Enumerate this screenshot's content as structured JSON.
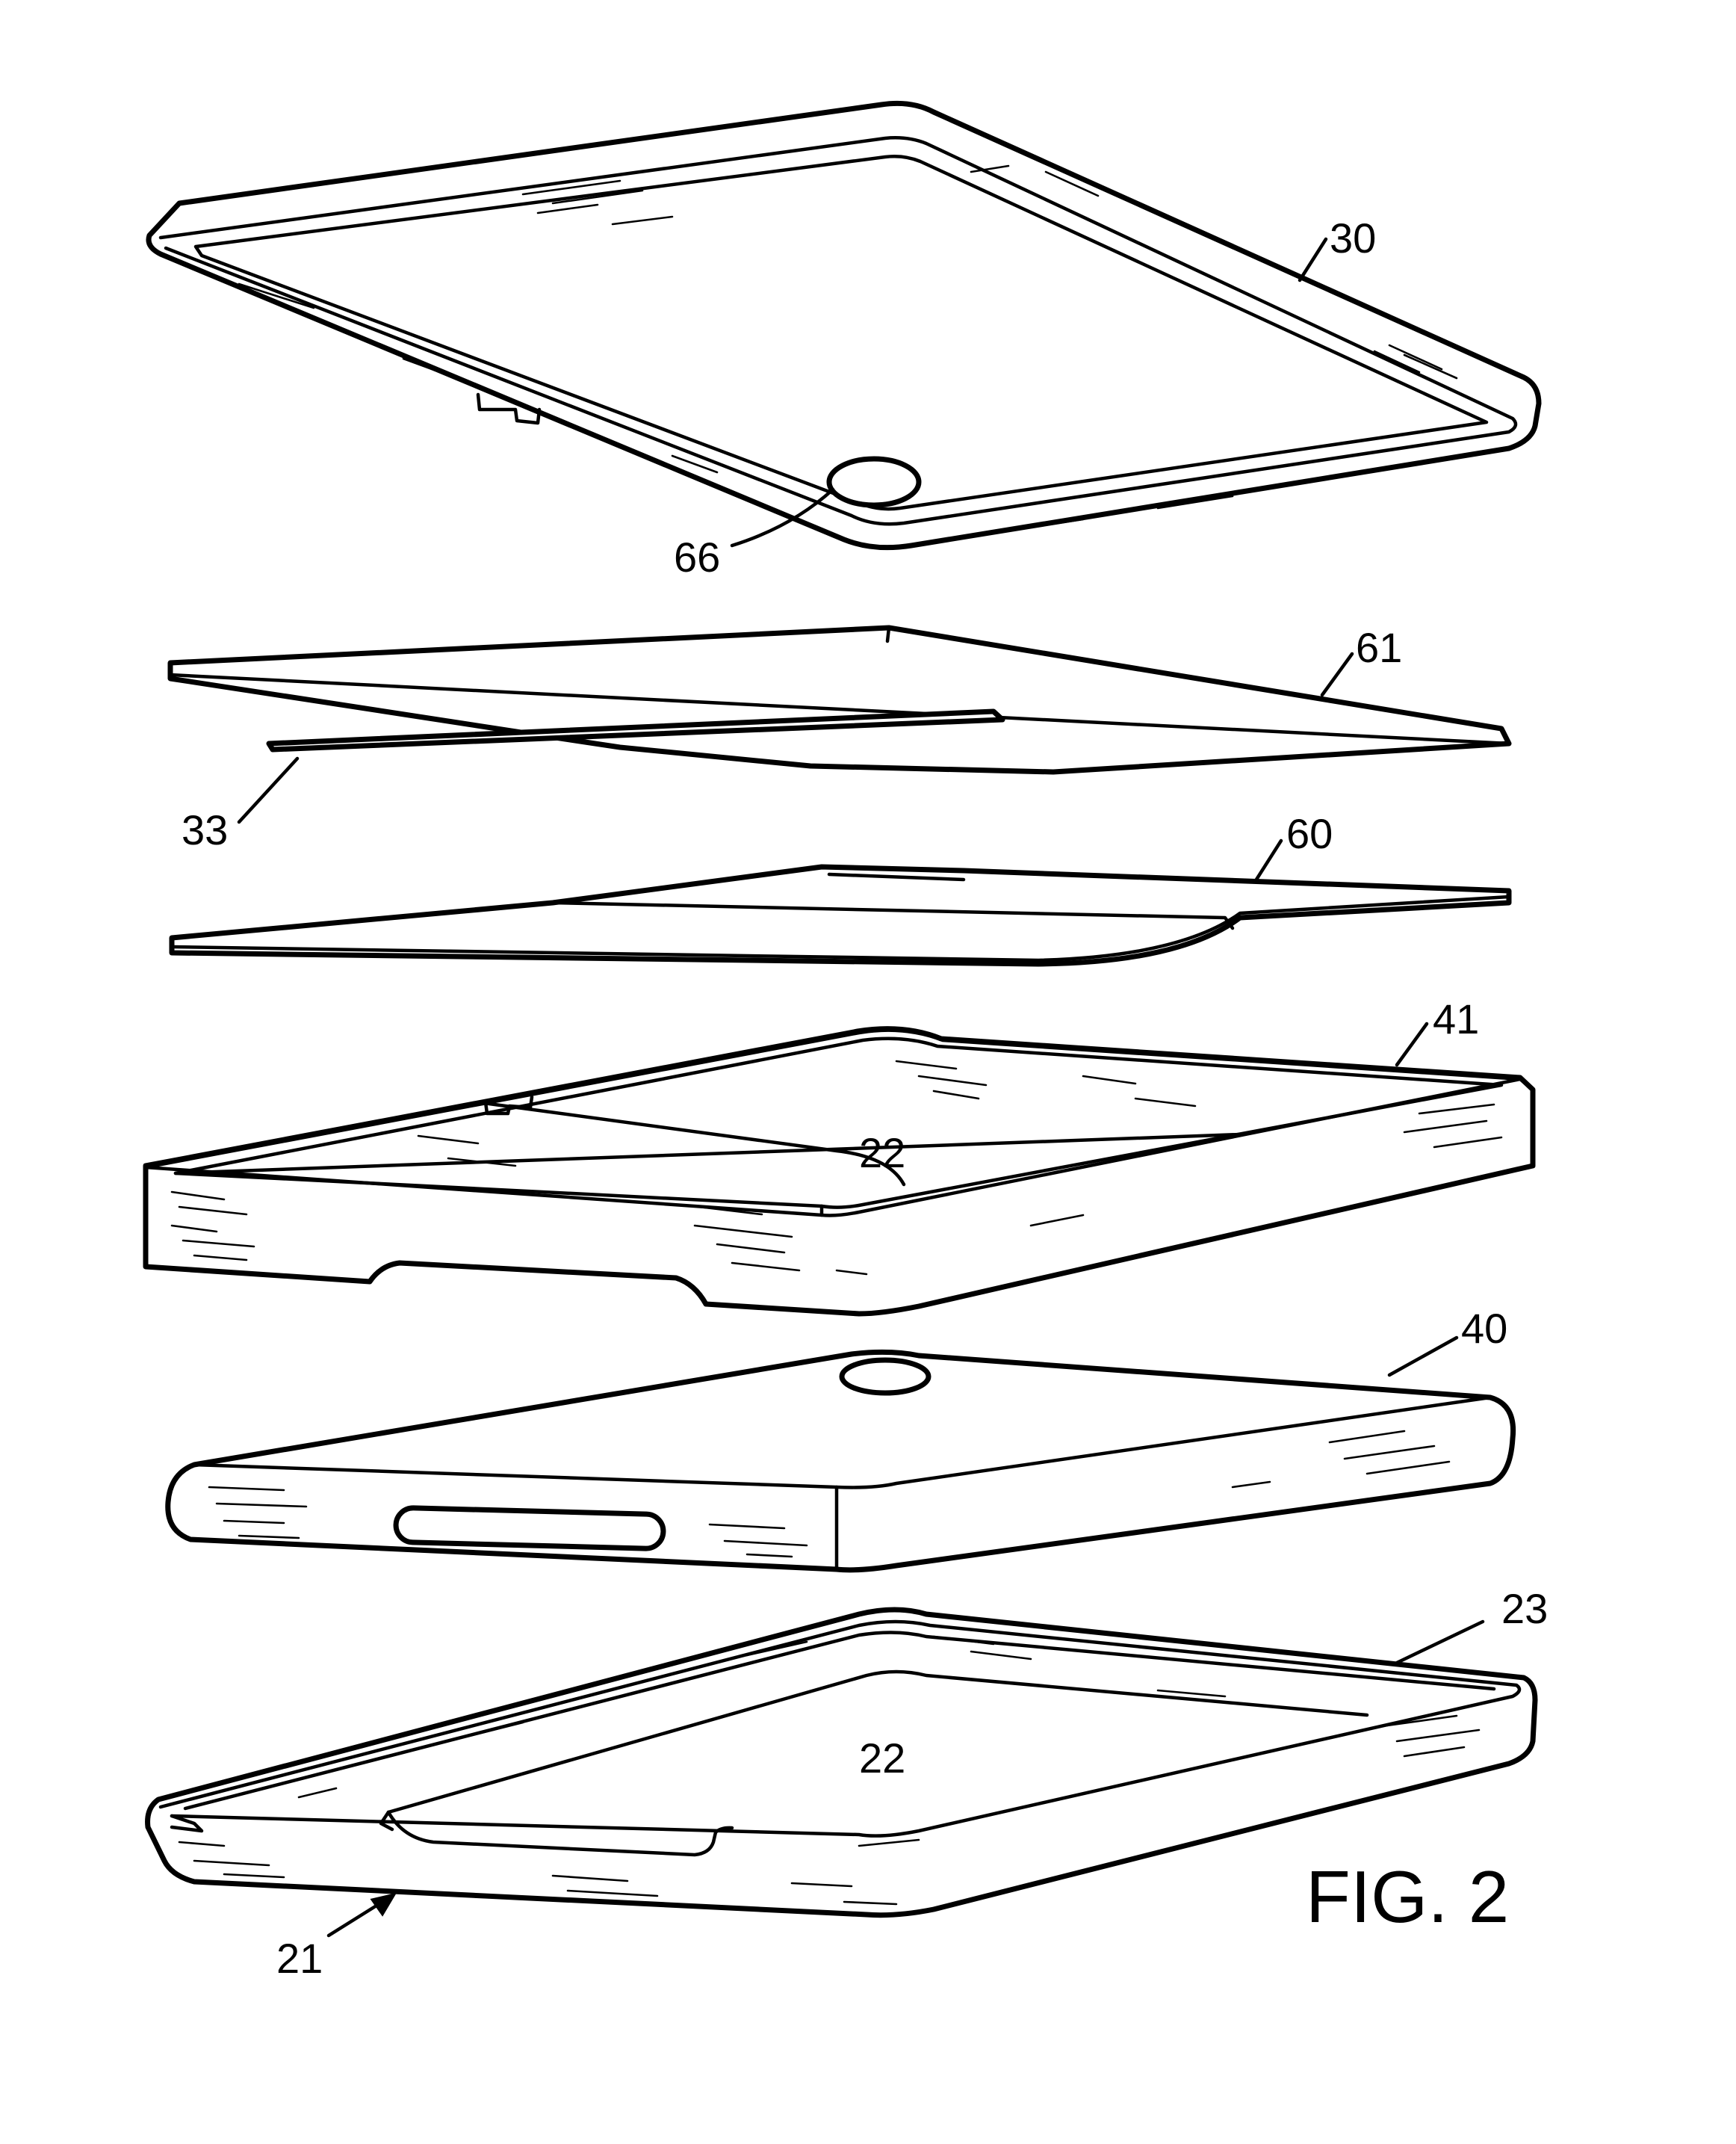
{
  "figure": {
    "caption": "FIG. 2",
    "labels": {
      "ref_30": "30",
      "ref_66": "66",
      "ref_61": "61",
      "ref_33": "33",
      "ref_60": "60",
      "ref_41": "41",
      "ref_22_upper": "22",
      "ref_40": "40",
      "ref_23": "23",
      "ref_22_lower": "22",
      "ref_21": "21"
    }
  }
}
